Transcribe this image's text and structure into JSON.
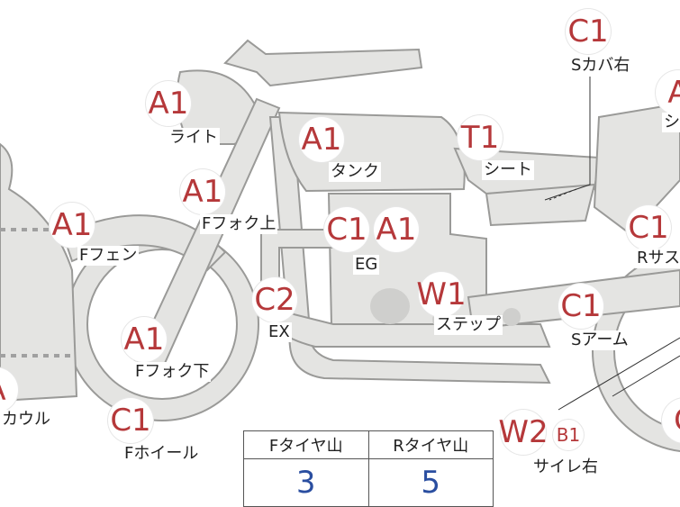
{
  "labels": {
    "light": "ライト",
    "tank": "タンク",
    "seat": "シート",
    "s_cover_right": "Sカバ右",
    "r_partial": "シ",
    "f_fork_upper": "Fフォク上",
    "f_fender": "Fフェン",
    "eg": "EG",
    "r_suspension_partial": "Rサス",
    "ex": "EX",
    "step": "ステップ",
    "s_arm": "Sアーム",
    "f_fork_lower": "Fフォク下",
    "cowl_partial": "カウル",
    "f_wheel": "Fホイール",
    "side_right": "サイレ右"
  },
  "grades": {
    "s_cover_right": "C1",
    "r_partial": "A",
    "light": "A1",
    "tank": "A1",
    "seat": "T1",
    "f_fork_upper": "A1",
    "f_fender": "A1",
    "eg_c": "C1",
    "eg_a": "A1",
    "r_suspension": "C1",
    "ex": "C2",
    "step": "W1",
    "s_arm": "C1",
    "f_fork_lower": "A1",
    "cowl_partial": "A",
    "f_wheel": "C1",
    "side_right_w": "W2",
    "side_right_b": "B1",
    "rear_partial": "C"
  },
  "tire_table": {
    "front_header": "Fタイヤ山",
    "rear_header": "Rタイヤ山",
    "front_value": "3",
    "rear_value": "5"
  },
  "colors": {
    "grade_text": "#b5383a",
    "table_value": "#2a4ea0",
    "body_fill": "#e4e4e2",
    "body_stroke": "#9a9a98"
  }
}
